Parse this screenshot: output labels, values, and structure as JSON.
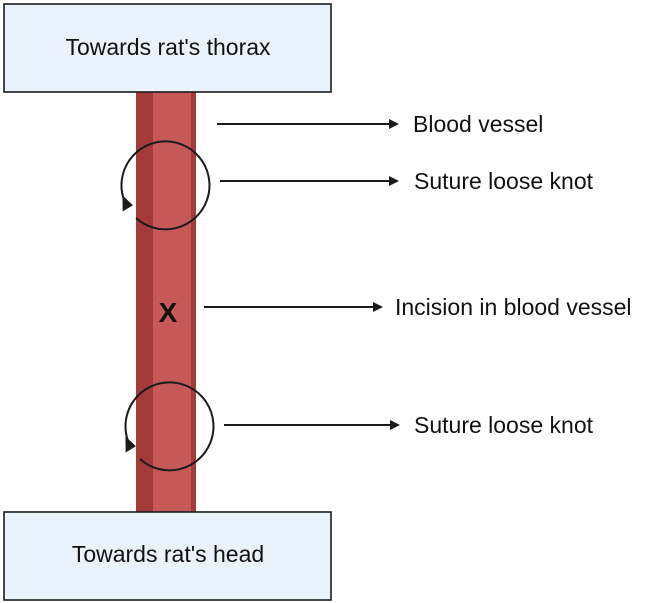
{
  "colors": {
    "box_fill": "#eaf2fc",
    "box_stroke": "#1b1b1b",
    "vessel_dark": "#a53a3a",
    "vessel_light": "#c75858",
    "line": "#1b1b1b"
  },
  "boxes": {
    "top": "Towards rat's thorax",
    "bottom": "Towards rat's head"
  },
  "labels": {
    "blood_vessel": "Blood vessel",
    "suture_top": "Suture loose knot",
    "incision": "Incision in blood vessel",
    "suture_bottom": "Suture loose knot"
  },
  "incision_mark": "X",
  "icons": {
    "suture_top": "loop-arrow-icon",
    "suture_bottom": "loop-arrow-icon"
  }
}
